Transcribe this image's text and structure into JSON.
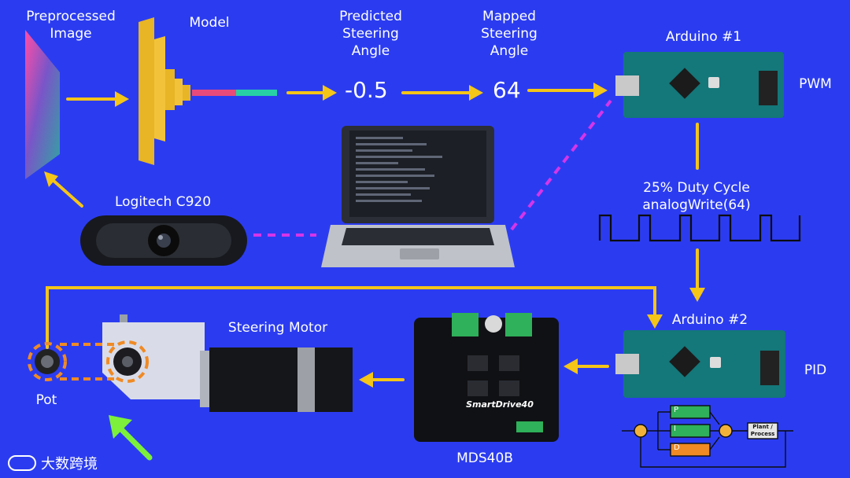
{
  "labels": {
    "preprocessed_image": "Preprocessed\nImage",
    "model": "Model",
    "predicted_steering_angle": "Predicted\nSteering\nAngle",
    "mapped_steering_angle": "Mapped\nSteering\nAngle",
    "arduino1": "Arduino #1",
    "pwm": "PWM",
    "logitech": "Logitech C920",
    "duty_cycle": "25% Duty Cycle\nanalogWrite(64)",
    "arduino2": "Arduino #2",
    "pid": "PID",
    "steering_motor": "Steering Motor",
    "pot": "Pot",
    "mds40b": "MDS40B"
  },
  "values": {
    "predicted": "-0.5",
    "mapped": "64"
  },
  "pid_block": {
    "p": "P",
    "i": "I",
    "d": "D",
    "plant": "Plant /\nProcess"
  },
  "driver_text": "SmartDrive40",
  "watermark": "大数跨境",
  "colors": {
    "background": "#2b3cf0",
    "arrow": "#f5c518",
    "link": "#d535e8",
    "highlight": "#f08a24",
    "green_arrow": "#7cf03a",
    "board": "#14777a"
  }
}
